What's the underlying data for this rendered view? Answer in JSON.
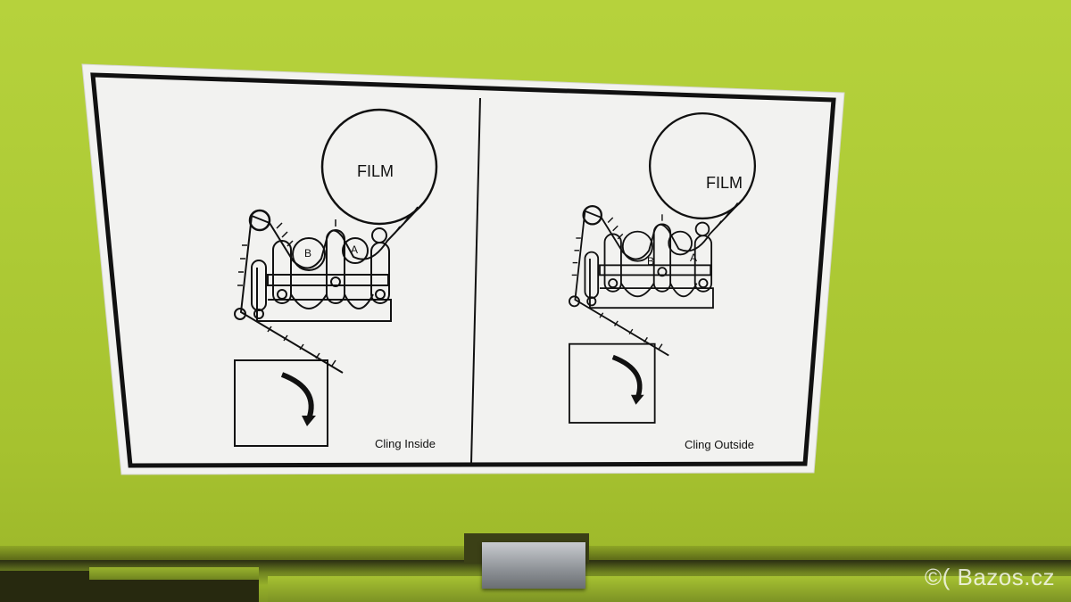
{
  "sticker": {
    "left": {
      "film_label": "FILM",
      "roller_b": "B",
      "roller_a": "A",
      "caption": "Cling Inside"
    },
    "right": {
      "film_label": "FILM",
      "roller_b": "B",
      "roller_a": "A",
      "caption": "Cling Outside"
    }
  },
  "watermark": "©( Bazos.cz",
  "colors": {
    "machine_body": "#b2ce39",
    "sticker_bg": "#f2f2f0",
    "ink": "#111111"
  }
}
